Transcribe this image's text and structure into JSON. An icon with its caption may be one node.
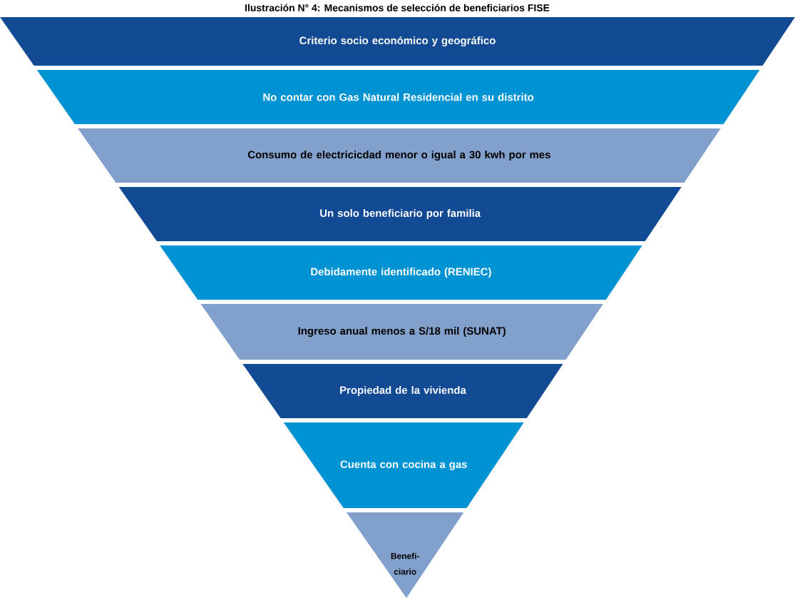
{
  "diagram": {
    "title": "Ilustración N° 4: Mecanismos de selección de beneficiarios FISE",
    "nodes": [
      {
        "text": [
          "Criterio socio económico y geográfico"
        ]
      },
      {
        "text": [
          "No contar con Gas Natural Residencial en su distrito"
        ]
      },
      {
        "text": [
          "Consumo de electricicdad menor o igual a 30 kwh por mes"
        ]
      },
      {
        "text": [
          "Un solo beneficiario por familia"
        ]
      },
      {
        "text": [
          "Debidamente identificado (RENIEC)"
        ]
      },
      {
        "text": [
          "Ingreso anual menos a S/18 mil (SUNAT)"
        ]
      },
      {
        "text": [
          "Propiedad de la vivienda"
        ]
      },
      {
        "text": [
          "Cuenta con cocina a gas"
        ]
      },
      {
        "text": [
          "Benefi- ciario"
        ]
      }
    ]
  }
}
